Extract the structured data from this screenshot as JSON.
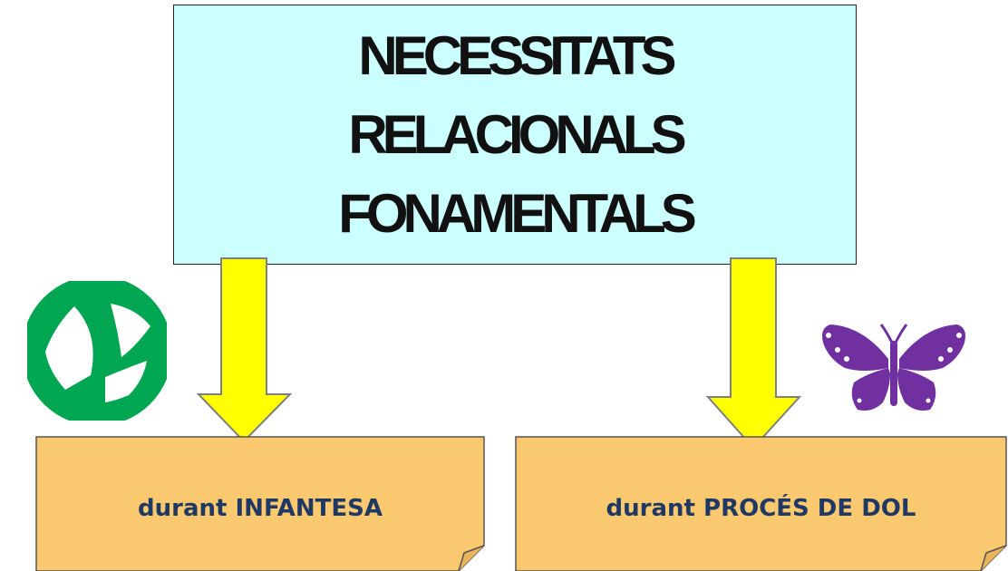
{
  "diagram": {
    "title_lines": [
      "NECESSITATS",
      "RELACIONALS",
      "FONAMENTALS"
    ],
    "left_note": {
      "label": "durant INFANTESA"
    },
    "right_note": {
      "label": "durant PROCÉS DE DOL"
    },
    "colors": {
      "title_box_fill": "#ccffff",
      "arrow_fill": "#ffff00",
      "note_fill": "#fac86e",
      "note_text": "#1f3864",
      "ball_icon": "#00a651",
      "butterfly_icon": "#7030a0"
    },
    "icons": {
      "left": "beach-ball-icon",
      "right": "butterfly-icon"
    }
  }
}
